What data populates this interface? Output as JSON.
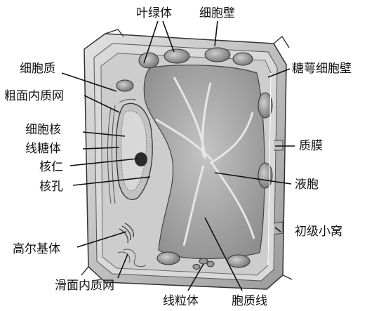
{
  "labels": {
    "chloroplast": "叶绿体",
    "cell_wall": "细胞壁",
    "cytoplasm": "细胞质",
    "rough_er": "粗面内质网",
    "nucleus": "细胞核",
    "chromatin": "线糖体",
    "nucleolus": "核仁",
    "nuclear_pore": "核孔",
    "golgi": "高尔基体",
    "smooth_er": "滑面内质网",
    "mitochondrion": "线粒体",
    "cytoplasmic_strand": "胞质线",
    "primary_pit": "初级小窝",
    "vacuole": "液胞",
    "plasma_membrane": "质膜",
    "pectin_wall": "糖萼细胞壁"
  },
  "colors": {
    "line": "#111111",
    "wall": "#bdbdbd",
    "wall_dark": "#8a8a8a",
    "cytoplasm": "#d6d6d6",
    "vacuole": "#a9a9a9",
    "organelle": "#7a7a7a"
  }
}
